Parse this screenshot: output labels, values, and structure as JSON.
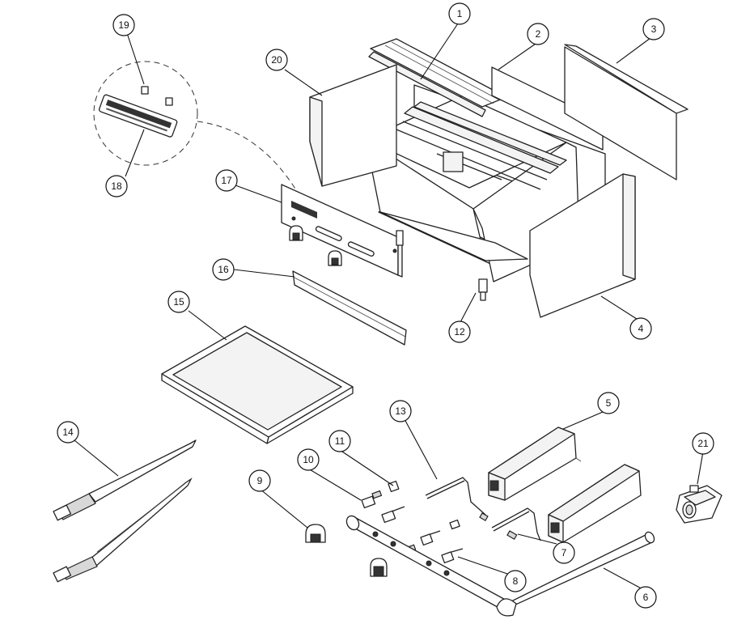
{
  "diagram": {
    "callouts": [
      {
        "label": "1"
      },
      {
        "label": "2"
      },
      {
        "label": "3"
      },
      {
        "label": "4"
      },
      {
        "label": "5"
      },
      {
        "label": "6"
      },
      {
        "label": "7"
      },
      {
        "label": "8"
      },
      {
        "label": "9"
      },
      {
        "label": "10"
      },
      {
        "label": "11"
      },
      {
        "label": "12"
      },
      {
        "label": "13"
      },
      {
        "label": "14"
      },
      {
        "label": "15"
      },
      {
        "label": "16"
      },
      {
        "label": "17"
      },
      {
        "label": "18"
      },
      {
        "label": "19"
      },
      {
        "label": "20"
      },
      {
        "label": "21"
      }
    ]
  }
}
